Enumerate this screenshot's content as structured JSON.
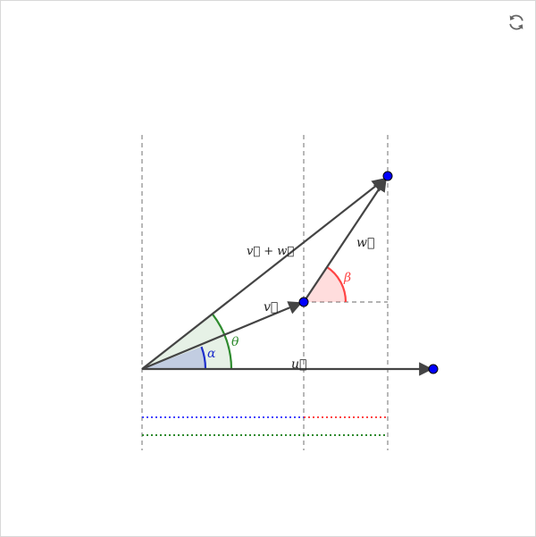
{
  "toolbar": {
    "reset_icon": "refresh-icon"
  },
  "labels": {
    "u": "u⃗",
    "v": "v⃗",
    "w": "w⃗",
    "sum": "v⃗ + w⃗",
    "alpha": "α",
    "beta": "β",
    "theta": "θ"
  },
  "colors": {
    "vector": "#444444",
    "point": "#0000ff",
    "alpha": "#1f2fcc",
    "beta": "#ff4444",
    "theta": "#2e8b2e",
    "guide": "#888888"
  }
}
